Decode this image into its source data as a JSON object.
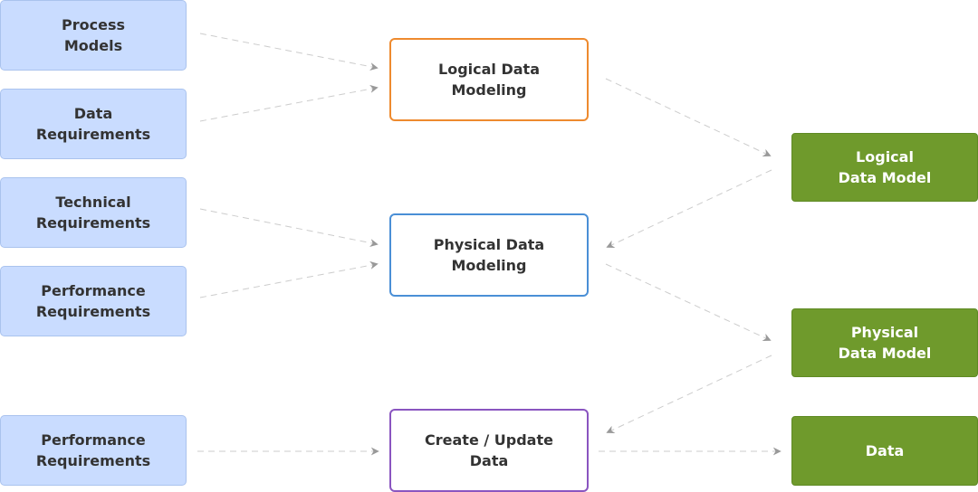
{
  "inputs": {
    "process_models": "Process\nModels",
    "data_requirements": "Data\nRequirements",
    "technical_requirements": "Technical\nRequirements",
    "performance_requirements_1": "Performance\nRequirements",
    "performance_requirements_2": "Performance\nRequirements"
  },
  "processes": {
    "logical_data_modeling": "Logical Data\nModeling",
    "physical_data_modeling": "Physical Data\nModeling",
    "create_update_data": "Create / Update\nData"
  },
  "outputs": {
    "logical_data_model": "Logical\nData Model",
    "physical_data_model": "Physical\nData Model",
    "data": "Data"
  },
  "colors": {
    "input_fill": "#c9dcff",
    "logical_border": "#ee8a2e",
    "physical_border": "#4a8fd6",
    "create_border": "#8a55c0",
    "output_fill": "#6f9a2c",
    "arrow": "#999999"
  }
}
